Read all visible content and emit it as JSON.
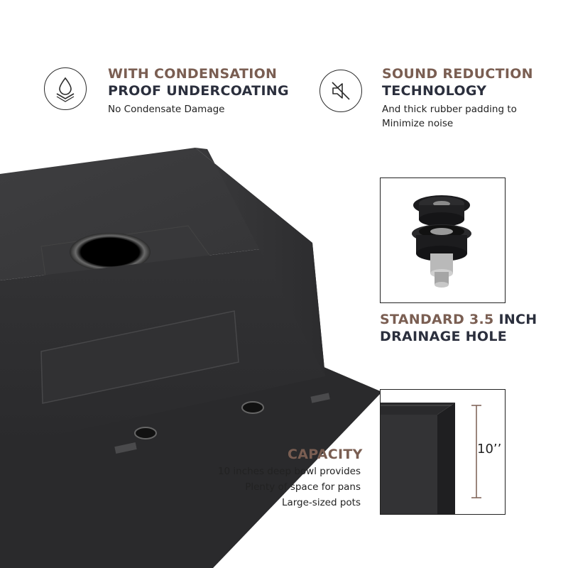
{
  "features": [
    {
      "icon": "condensation-drop-icon",
      "title_line1": "WITH CONDENSATION",
      "title_line2": "PROOF UNDERCOATING",
      "desc": [
        "No Condensate Damage"
      ]
    },
    {
      "icon": "sound-off-icon",
      "title_line1": "SOUND REDUCTION",
      "title_line2": "TECHNOLOGY",
      "desc": [
        "And thick rubber padding to",
        "Minimize noise"
      ]
    }
  ],
  "drain": {
    "title_accent": "STANDARD 3.5",
    "title_rest": " INCH",
    "title_line2": "DRAINAGE HOLE"
  },
  "capacity": {
    "title": "CAPACITY",
    "desc": [
      "10 inches deep bowl provides",
      "Plenty of space for pans",
      "Large-sized pots"
    ],
    "depth_label": "10’’"
  },
  "colors": {
    "accent_brown": "#7a5e52",
    "heading_navy": "#2b2f3d",
    "sink_black": "#2f2f31"
  }
}
